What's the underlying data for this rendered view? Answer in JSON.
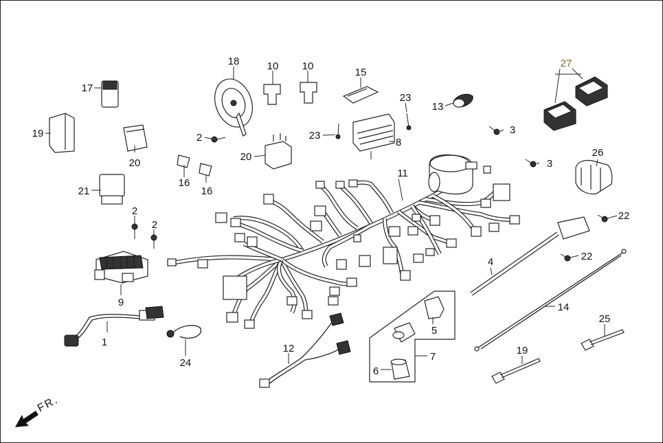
{
  "diagram": {
    "direction_label": "FR.",
    "callouts": [
      {
        "id": "c1",
        "text": "1"
      },
      {
        "id": "c2a",
        "text": "2"
      },
      {
        "id": "c2b",
        "text": "2"
      },
      {
        "id": "c2c",
        "text": "2"
      },
      {
        "id": "c3a",
        "text": "3"
      },
      {
        "id": "c3b",
        "text": "3"
      },
      {
        "id": "c4",
        "text": "4"
      },
      {
        "id": "c5",
        "text": "5"
      },
      {
        "id": "c6",
        "text": "6"
      },
      {
        "id": "c7",
        "text": "7"
      },
      {
        "id": "c8",
        "text": "8"
      },
      {
        "id": "c9",
        "text": "9"
      },
      {
        "id": "c10a",
        "text": "10"
      },
      {
        "id": "c10b",
        "text": "10"
      },
      {
        "id": "c11",
        "text": "11"
      },
      {
        "id": "c12",
        "text": "12"
      },
      {
        "id": "c13",
        "text": "13"
      },
      {
        "id": "c14",
        "text": "14"
      },
      {
        "id": "c15",
        "text": "15"
      },
      {
        "id": "c16a",
        "text": "16"
      },
      {
        "id": "c16b",
        "text": "16"
      },
      {
        "id": "c17",
        "text": "17"
      },
      {
        "id": "c18",
        "text": "18"
      },
      {
        "id": "c19a",
        "text": "19"
      },
      {
        "id": "c19b",
        "text": "19"
      },
      {
        "id": "c20a",
        "text": "20"
      },
      {
        "id": "c20b",
        "text": "20"
      },
      {
        "id": "c21",
        "text": "21"
      },
      {
        "id": "c22a",
        "text": "22"
      },
      {
        "id": "c22b",
        "text": "22"
      },
      {
        "id": "c23a",
        "text": "23"
      },
      {
        "id": "c23b",
        "text": "23"
      },
      {
        "id": "c24",
        "text": "24"
      },
      {
        "id": "c25",
        "text": "25"
      },
      {
        "id": "c26",
        "text": "26"
      },
      {
        "id": "c27",
        "text": "27"
      }
    ]
  }
}
